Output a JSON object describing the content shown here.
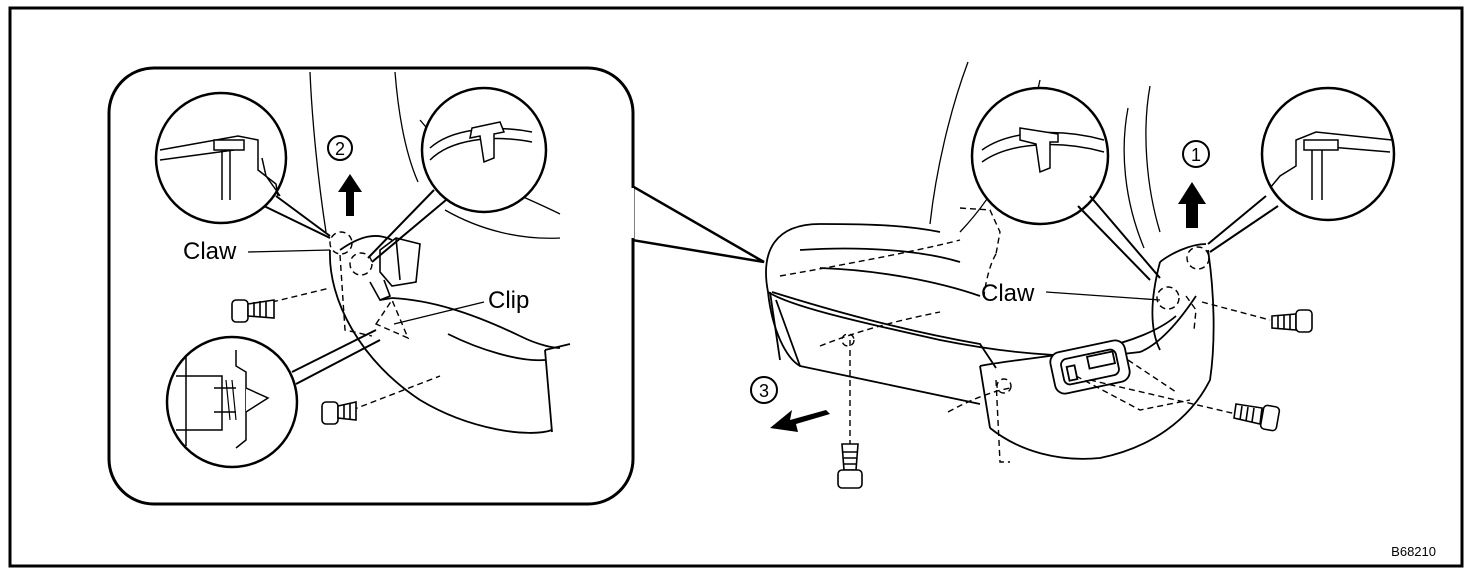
{
  "labels": {
    "claw_left": "Claw",
    "clip": "Clip",
    "claw_right": "Claw"
  },
  "steps": {
    "step1": "1",
    "step2": "2",
    "step3": "3"
  },
  "figure_code": "B68210"
}
